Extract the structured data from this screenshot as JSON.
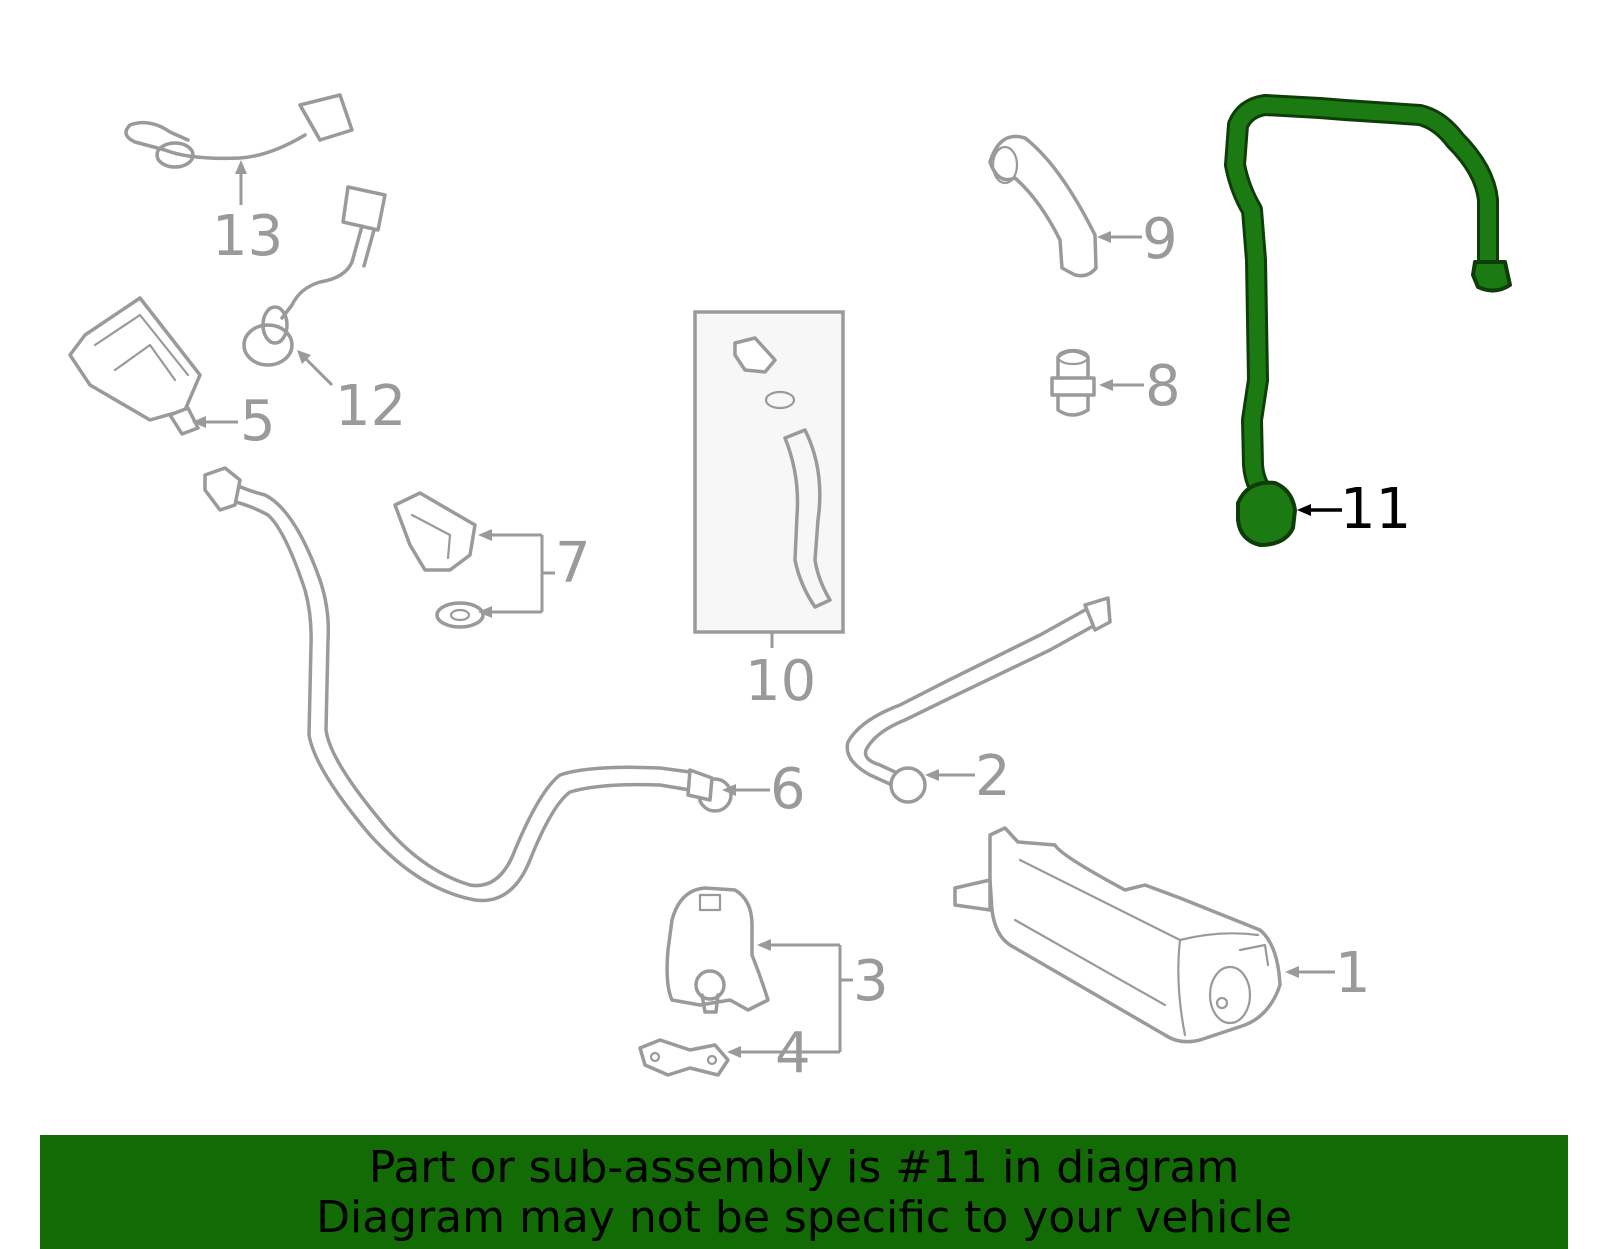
{
  "diagram": {
    "highlighted_part": "11",
    "callouts": [
      "1",
      "2",
      "3",
      "4",
      "5",
      "6",
      "7",
      "8",
      "9",
      "10",
      "11",
      "12",
      "13"
    ]
  },
  "banner": {
    "line1": "Part or sub-assembly is #11 in diagram",
    "line2": "Diagram may not be specific to your vehicle"
  },
  "colors": {
    "highlight": "#1c7a12",
    "banner_background": "#126b05",
    "part_outline": "#9a9a9a"
  }
}
